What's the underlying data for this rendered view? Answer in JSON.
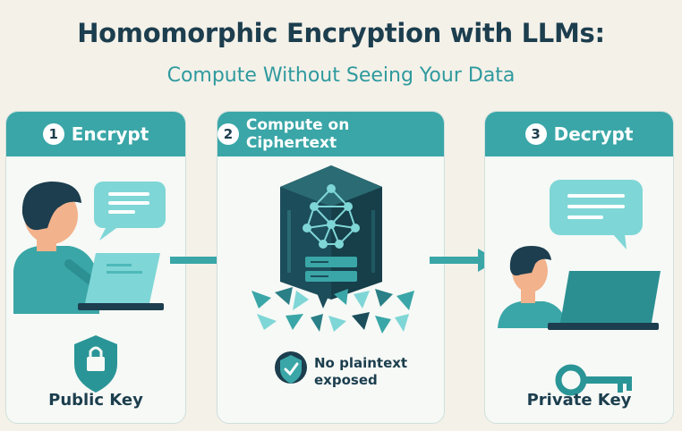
{
  "header": {
    "title": "Homomorphic Encryption with LLMs:",
    "subtitle": "Compute Without Seeing Your Data"
  },
  "steps": [
    {
      "number": "1",
      "label": "Encrypt",
      "caption": "Public Key"
    },
    {
      "number": "2",
      "label": "Compute on Ciphertext",
      "caption": "No plaintext exposed"
    },
    {
      "number": "3",
      "label": "Decrypt",
      "caption": "Private Key"
    }
  ],
  "colors": {
    "teal": "#3aa6a7",
    "dark": "#1c3e4e",
    "bubble": "#7fd6d6",
    "background": "#f4f1e9"
  },
  "icons": [
    "lock-shield-icon",
    "neural-network-icon",
    "check-shield-icon",
    "key-icon",
    "speech-bubble-icon",
    "arrow-right-icon"
  ]
}
